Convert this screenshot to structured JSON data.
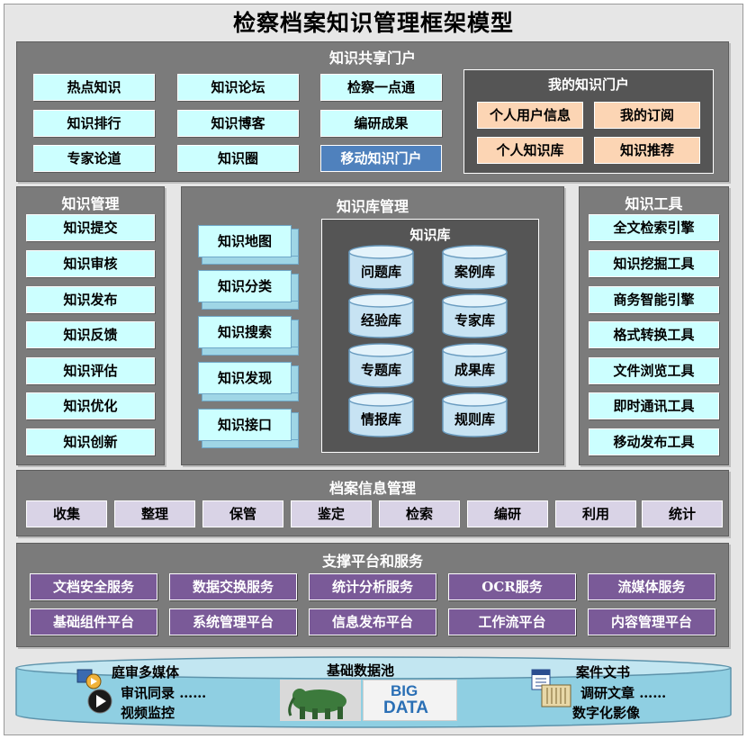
{
  "title": "检察档案知识管理框架模型",
  "portal": {
    "title": "知识共享门户",
    "items": [
      "热点知识",
      "知识论坛",
      "检察一点通",
      "知识排行",
      "知识博客",
      "编研成果",
      "专家论道",
      "知识圈",
      "移动知识门户"
    ],
    "my_portal": {
      "title": "我的知识门户",
      "items": [
        "个人用户信息",
        "我的订阅",
        "个人知识库",
        "知识推荐"
      ]
    }
  },
  "km": {
    "title": "知识管理",
    "items": [
      "知识提交",
      "知识审核",
      "知识发布",
      "知识反馈",
      "知识评估",
      "知识优化",
      "知识创新"
    ]
  },
  "kb": {
    "title": "知识库管理",
    "cubes": [
      "知识地图",
      "知识分类",
      "知识搜索",
      "知识发现",
      "知识接口"
    ],
    "repo": {
      "title": "知识库",
      "items": [
        "问题库",
        "案例库",
        "经验库",
        "专家库",
        "专题库",
        "成果库",
        "情报库",
        "规则库"
      ]
    }
  },
  "tools": {
    "title": "知识工具",
    "items": [
      "全文检索引擎",
      "知识挖掘工具",
      "商务智能引擎",
      "格式转换工具",
      "文件浏览工具",
      "即时通讯工具",
      "移动发布工具"
    ]
  },
  "archive": {
    "title": "档案信息管理",
    "items": [
      "收集",
      "整理",
      "保管",
      "鉴定",
      "检索",
      "编研",
      "利用",
      "统计"
    ]
  },
  "support": {
    "title": "支撑平台和服务",
    "row1": [
      "文档安全服务",
      "数据交换服务",
      "统计分析服务",
      "OCR服务",
      "流媒体服务"
    ],
    "row2": [
      "基础组件平台",
      "系统管理平台",
      "信息发布平台",
      "工作流平台",
      "内容管理平台"
    ]
  },
  "pool": {
    "title": "基础数据池",
    "left": [
      "庭审多媒体",
      "审讯同录 ……",
      "视频监控"
    ],
    "right": [
      "案件文书",
      "调研文章 ……",
      "数字化影像"
    ],
    "big_data": [
      "BIG",
      "DATA"
    ]
  }
}
